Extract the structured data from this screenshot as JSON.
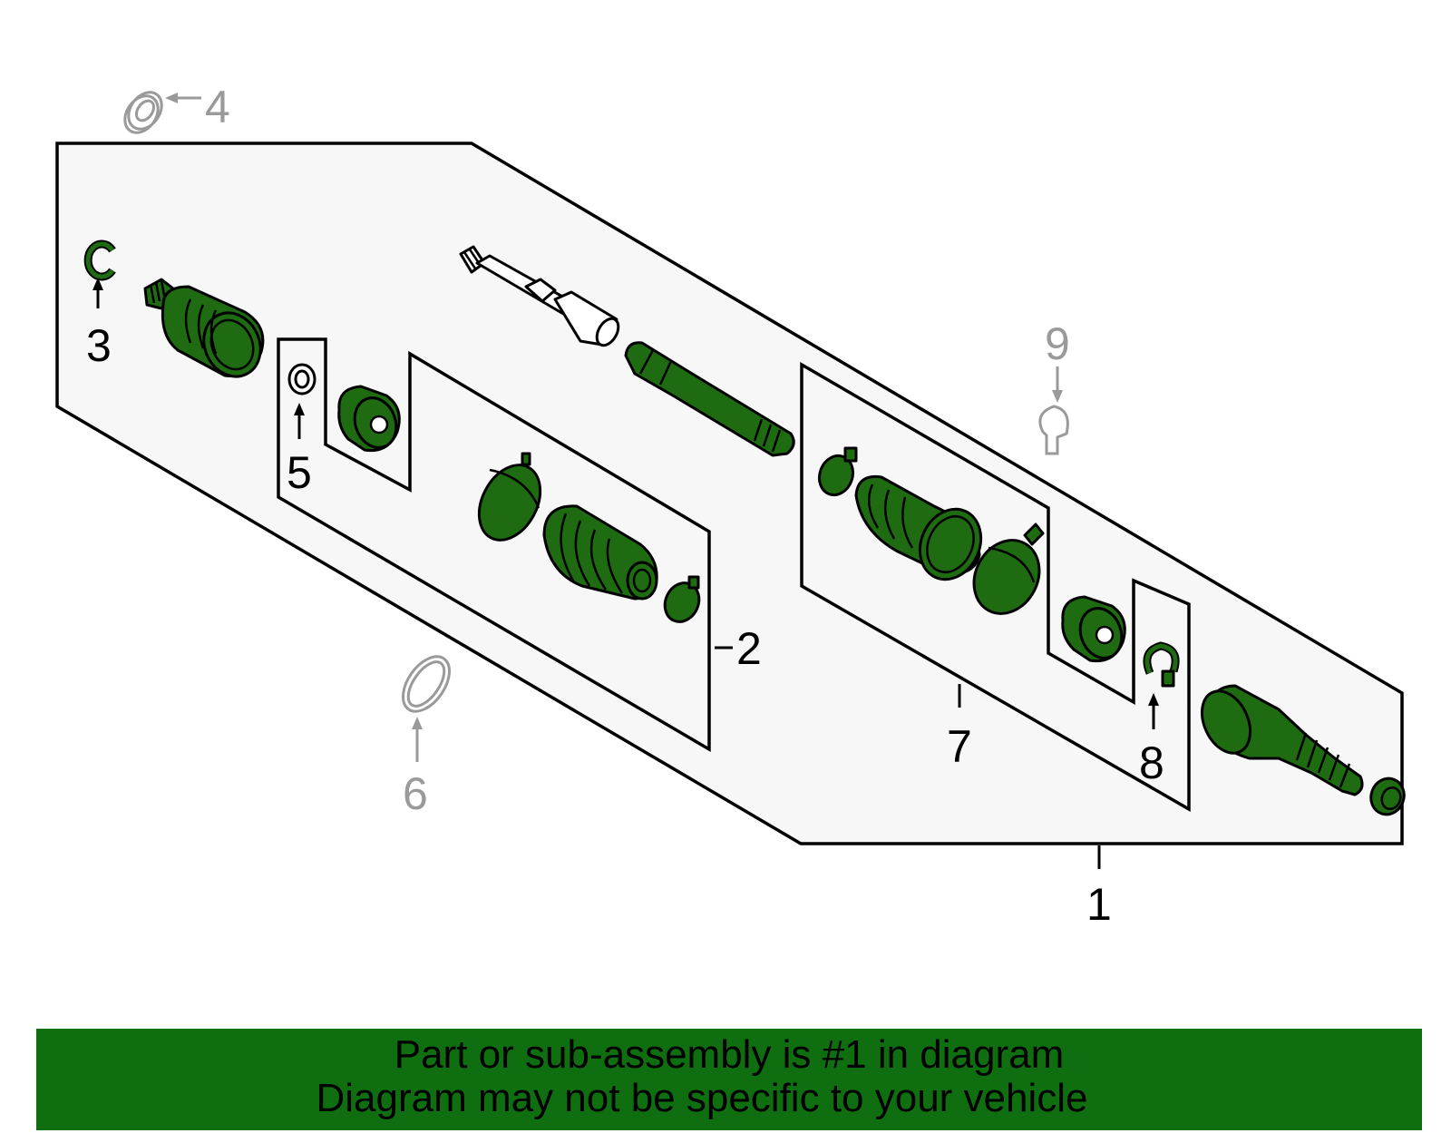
{
  "callouts": {
    "c1": "1",
    "c2": "2",
    "c3": "3",
    "c4": "4",
    "c5": "5",
    "c6": "6",
    "c7": "7",
    "c8": "8",
    "c9": "9"
  },
  "banner": {
    "line1": "Part or sub-assembly is #1 in diagram",
    "line2": "Diagram may not be specific to your vehicle"
  },
  "colors": {
    "part_green": "#1f6b12",
    "banner_green": "#0f6e0f",
    "panel_fill": "#f7f7f7",
    "not_included_gray": "#9a9a9a"
  }
}
